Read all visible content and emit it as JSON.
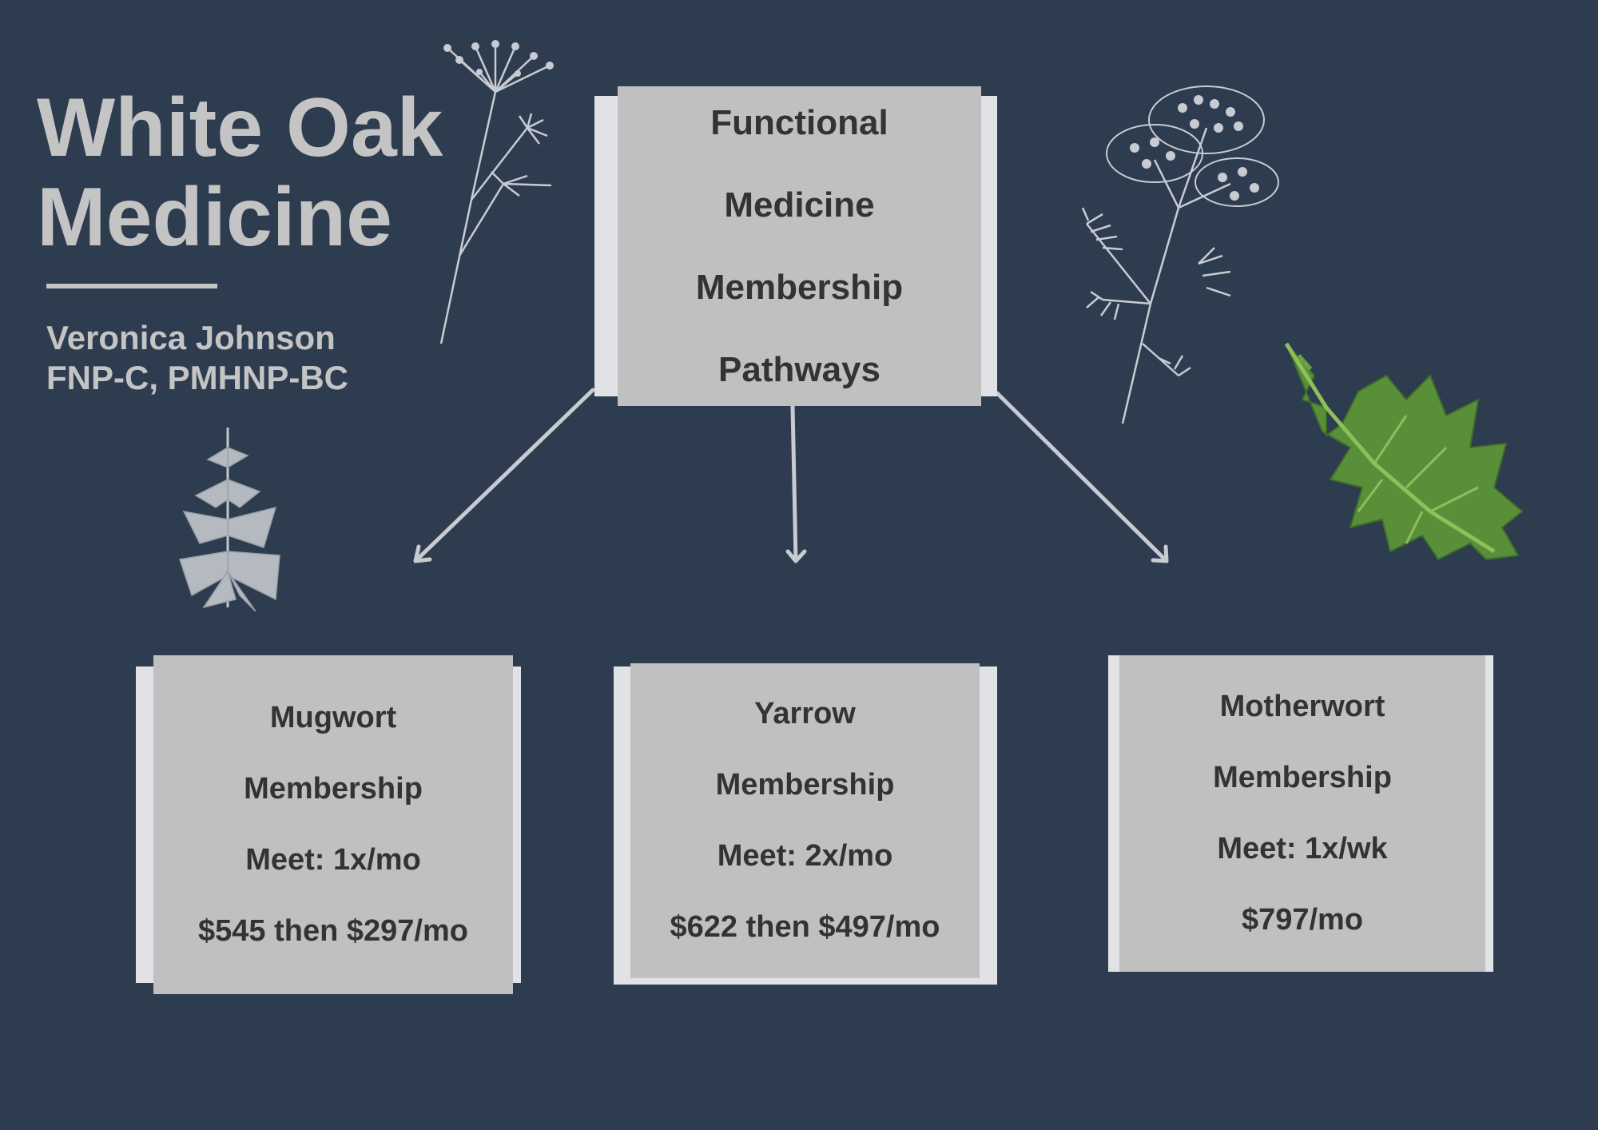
{
  "brand": {
    "title_line1": "White Oak",
    "title_line2": "Medicine",
    "author_name": "Veronica Johnson",
    "author_credentials": "FNP-C, PMHNP-BC"
  },
  "root": {
    "lines": [
      "Functional",
      "Medicine",
      "Membership",
      "Pathways"
    ]
  },
  "tiers": [
    {
      "name": "Mugwort",
      "type": "Membership",
      "meet": "Meet: 1x/mo",
      "price": "$545 then $297/mo"
    },
    {
      "name": "Yarrow",
      "type": "Membership",
      "meet": "Meet: 2x/mo",
      "price": "$622 then $497/mo"
    },
    {
      "name": "Motherwort",
      "type": "Membership",
      "meet": "Meet: 1x/wk",
      "price": "$797/mo"
    }
  ],
  "colors": {
    "background": "#2e3c50",
    "card_face": "#c0c0c0",
    "card_back": "#e1e2e6",
    "text": "#333333",
    "light_text": "#c4c4c4",
    "leaf_green": "#5a8f3a"
  },
  "decorations": [
    "queen-annes-lace-illustration",
    "yarrow-illustration",
    "mugwort-illustration",
    "motherwort-leaf-illustration"
  ]
}
